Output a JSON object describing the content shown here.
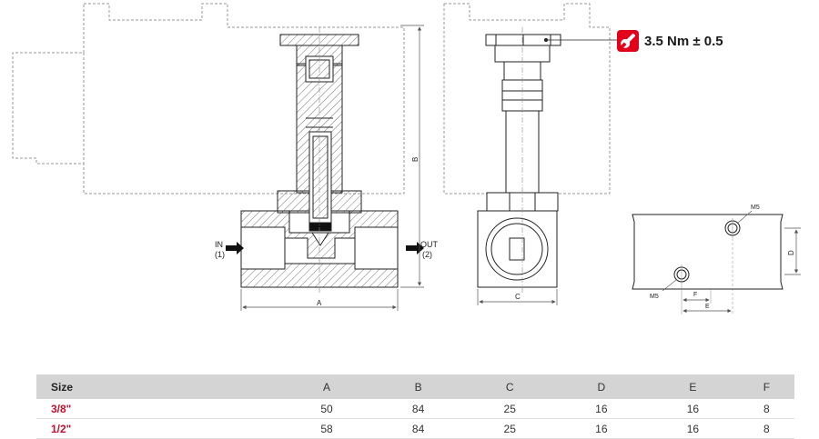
{
  "torque": {
    "value": "3.5 Nm ± 0.5",
    "icon": "wrench-icon",
    "badge_color": "#e2001a"
  },
  "labels": {
    "in": "IN",
    "in_port": "(1)",
    "out": "OUT",
    "out_port": "(2)",
    "dim_a": "A",
    "dim_b": "B",
    "dim_c": "C",
    "dim_d": "D",
    "dim_e": "E",
    "dim_f": "F",
    "thread_top": "M5",
    "thread_bottom": "M5"
  },
  "table": {
    "headers": [
      "Size",
      "A",
      "B",
      "C",
      "D",
      "E",
      "F"
    ],
    "rows": [
      [
        "3/8\"",
        "50",
        "84",
        "25",
        "16",
        "16",
        "8"
      ],
      [
        "1/2\"",
        "58",
        "84",
        "25",
        "16",
        "16",
        "8"
      ]
    ],
    "size_color": "#c8102e"
  }
}
